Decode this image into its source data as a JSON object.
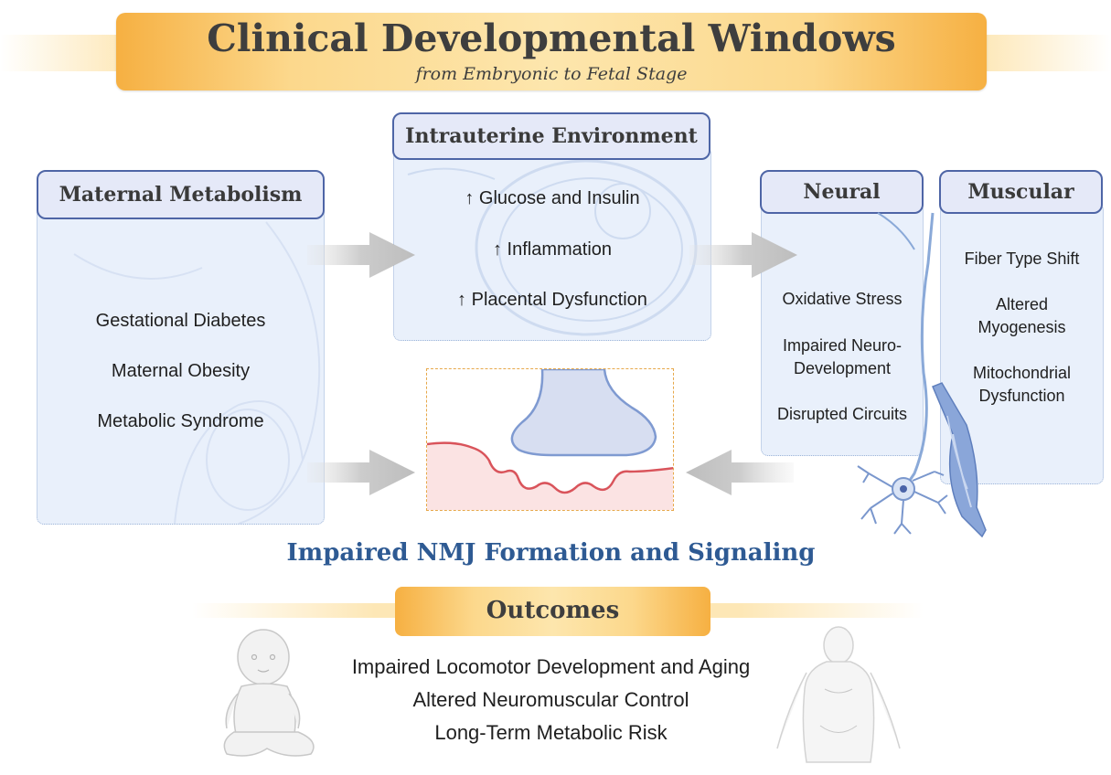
{
  "title": {
    "main": "Clinical Developmental Windows",
    "subtitle": "from Embryonic to Fetal Stage"
  },
  "maternal": {
    "header": "Maternal Metabolism",
    "items": [
      "Gestational Diabetes",
      "Maternal Obesity",
      "Metabolic Syndrome"
    ]
  },
  "intrauterine": {
    "header": "Intrauterine Environment",
    "items": [
      "↑ Glucose and Insulin",
      "↑ Inflammation",
      "↑ Placental Dysfunction"
    ]
  },
  "neural": {
    "header": "Neural",
    "items": [
      "Oxidative Stress",
      "Impaired Neuro-",
      "Development",
      "Disrupted Circuits"
    ]
  },
  "muscular": {
    "header": "Muscular",
    "items": [
      "Fiber Type Shift",
      "Altered",
      "Myogenesis",
      "Mitochondrial",
      "Dysfunction"
    ]
  },
  "nmj": {
    "label": "Impaired NMJ Formation and Signaling"
  },
  "outcomes": {
    "header": "Outcomes",
    "items": [
      "Impaired Locomotor Development and Aging",
      "Altered Neuromuscular Control",
      "Long-Term Metabolic Risk"
    ]
  },
  "colors": {
    "banner": "#f6b042",
    "panel_fill": "#e9f0fb",
    "header_border": "#4e65a6",
    "nmj_text": "#2e5a93",
    "arrow": "#c9c9c9",
    "terminal_stroke": "#6e8cc8",
    "membrane": "#e06060"
  }
}
